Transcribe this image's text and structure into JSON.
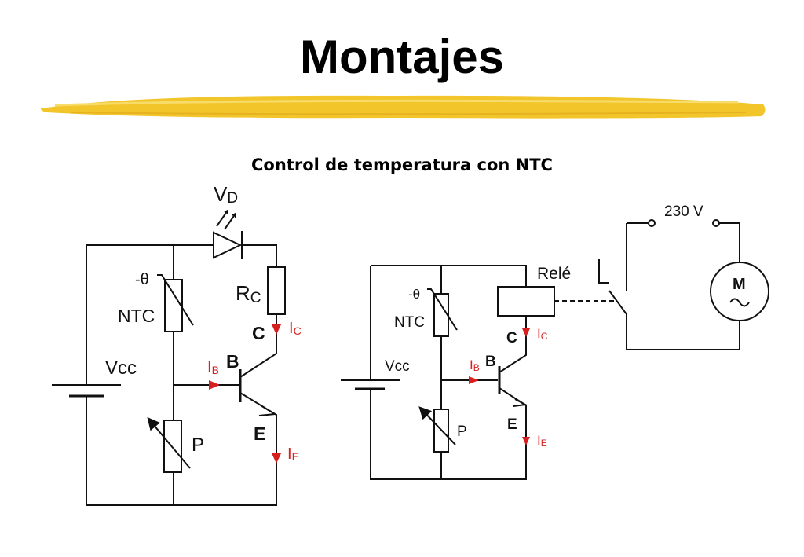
{
  "title": "Montajes",
  "subtitle": "Control de temperatura con NTC",
  "accent_color": "#f2c52b",
  "current_color": "#d61f1f",
  "circuit1": {
    "vd_main": "V",
    "vd_sub": "D",
    "ntc_temp": "-θ",
    "ntc": "NTC",
    "rc_main": "R",
    "rc_sub": "C",
    "c": "C",
    "ic_main": "I",
    "ic_sub": "C",
    "b": "B",
    "ib_main": "I",
    "ib_sub": "B",
    "vcc": "Vcc",
    "e": "E",
    "ie_main": "I",
    "ie_sub": "E",
    "p": "P"
  },
  "circuit2": {
    "rele": "Relé",
    "ntc_temp": "-θ",
    "ntc": "NTC",
    "c": "C",
    "ic_main": "I",
    "ic_sub": "C",
    "b": "B",
    "ib_main": "I",
    "ib_sub": "B",
    "vcc": "Vcc",
    "e": "E",
    "ie_main": "I",
    "ie_sub": "E",
    "p": "P",
    "voltage": "230 V",
    "motor": "M",
    "motor_symbol": "~"
  }
}
